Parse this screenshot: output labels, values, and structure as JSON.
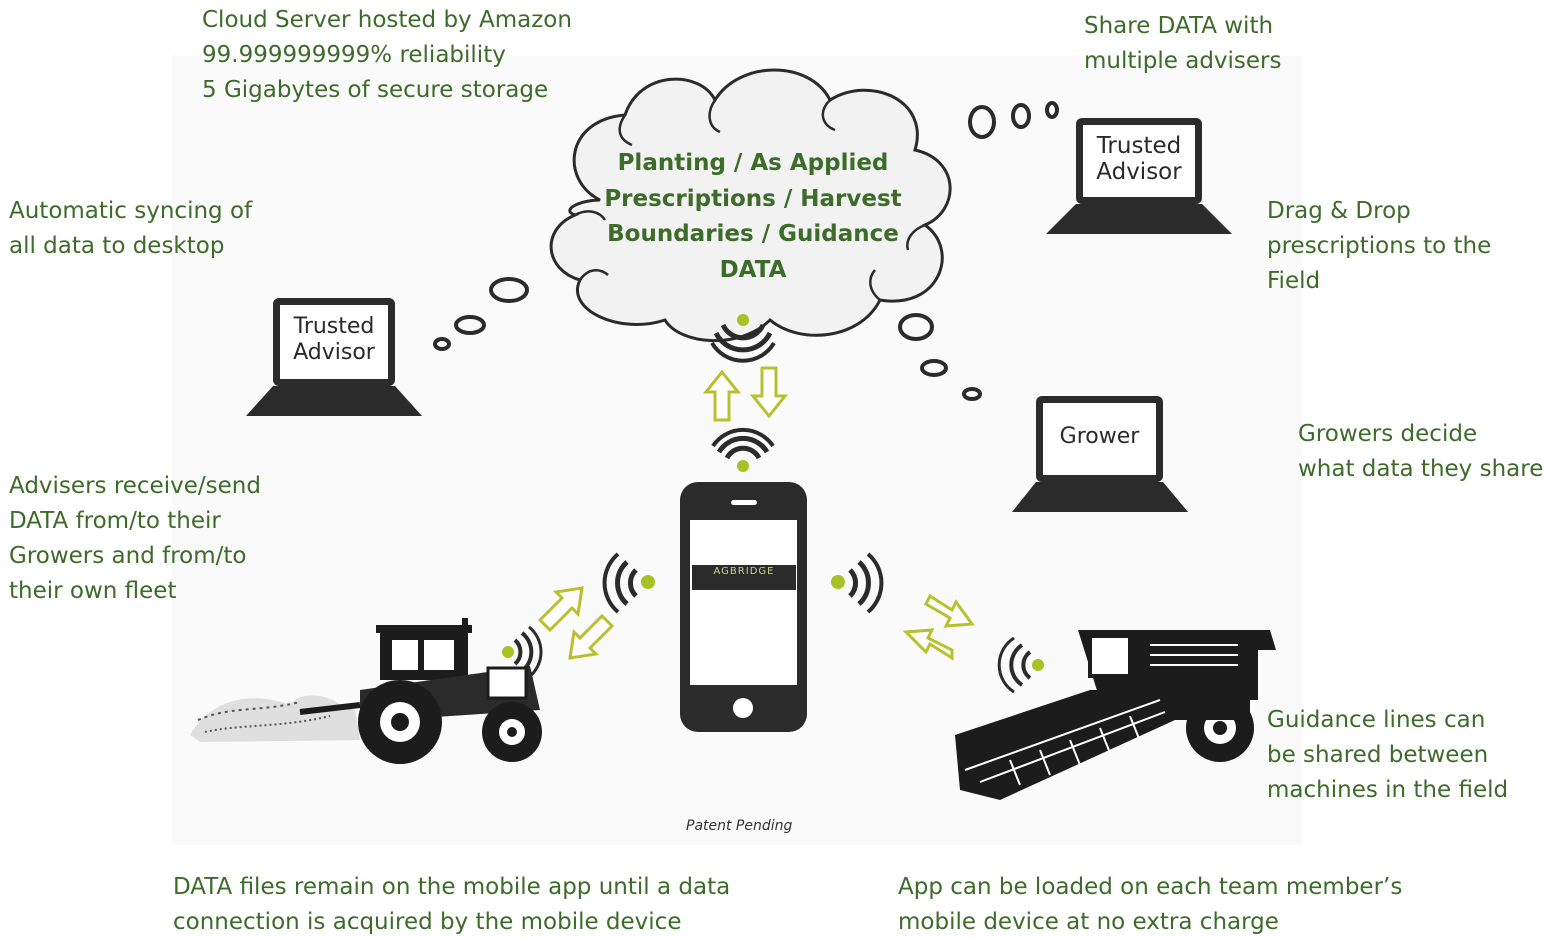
{
  "notes": {
    "cloud_server": [
      "Cloud Server hosted by Amazon",
      "99.999999999% reliability",
      "5 Gigabytes of secure storage"
    ],
    "share": [
      "Share DATA with",
      "multiple advisers"
    ],
    "auto_sync": [
      "Automatic syncing of",
      "all data to desktop"
    ],
    "drag_drop": [
      "Drag & Drop",
      "prescriptions to the",
      "Field"
    ],
    "growers_decide": [
      "Growers decide",
      "what data they share"
    ],
    "advisers": [
      "Advisers receive/send",
      "DATA from/to their",
      "Growers and from/to",
      "their own fleet"
    ],
    "guidance": [
      "Guidance lines can",
      "be shared between",
      "machines in the field"
    ],
    "data_files": [
      "DATA files remain on the mobile app until a data",
      "connection is acquired by the mobile device"
    ],
    "app_loaded": [
      "App can be loaded on each team member’s",
      "mobile device at no extra charge"
    ]
  },
  "cloud": {
    "lines": [
      "Planting / As Applied",
      "Prescriptions / Harvest",
      "Boundaries / Guidance",
      "DATA"
    ]
  },
  "laptops": {
    "advisor_top": [
      "Trusted",
      "Advisor"
    ],
    "advisor_left": [
      "Trusted",
      "Advisor"
    ],
    "grower": [
      "Grower"
    ]
  },
  "phone": {
    "brand": "AGBRIDGE"
  },
  "footer": {
    "patent": "Patent Pending"
  },
  "colors": {
    "text_green": "#3d6b2a",
    "arrow_green": "#b5c22e",
    "dot_green": "#a8c226",
    "ink": "#2b2b2b"
  }
}
